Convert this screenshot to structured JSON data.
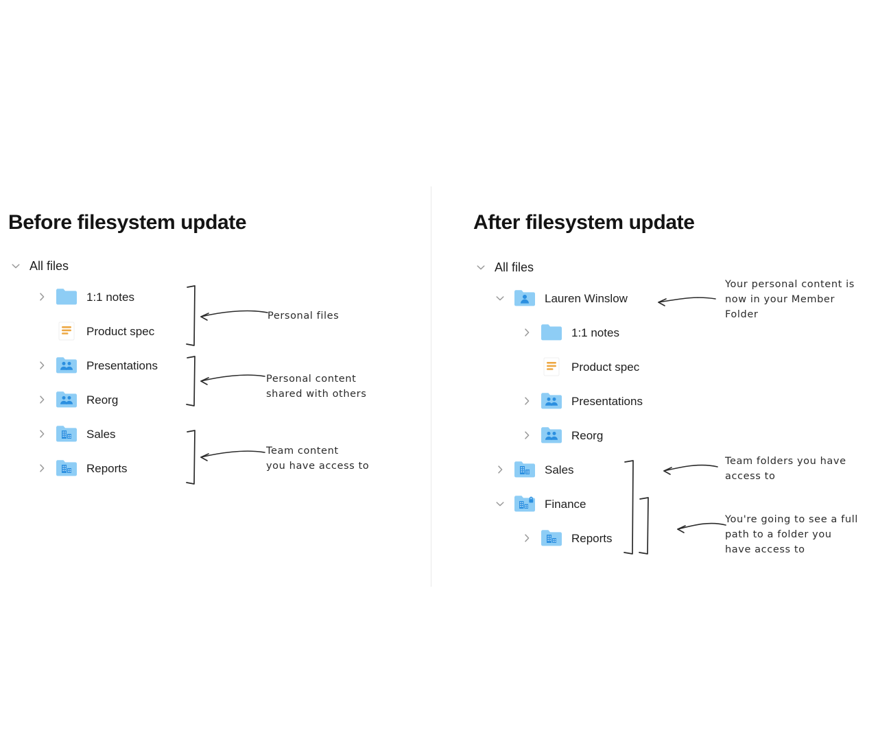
{
  "before": {
    "title": "Before filesystem update",
    "root": {
      "label": "All files",
      "expanded": true,
      "chevron": "chevron-down-icon"
    },
    "items": [
      {
        "label": "1:1 notes",
        "icon": "folder-plain-icon",
        "chevron": "chevron-right-icon",
        "depth": 1
      },
      {
        "label": "Product spec",
        "icon": "document-icon",
        "chevron": "none",
        "depth": 1
      },
      {
        "label": "Presentations",
        "icon": "folder-shared-icon",
        "chevron": "chevron-right-icon",
        "depth": 1
      },
      {
        "label": "Reorg",
        "icon": "folder-shared-icon",
        "chevron": "chevron-right-icon",
        "depth": 1
      },
      {
        "label": "Sales",
        "icon": "folder-team-icon",
        "chevron": "chevron-right-icon",
        "depth": 1
      },
      {
        "label": "Reports",
        "icon": "folder-team-icon",
        "chevron": "chevron-right-icon",
        "depth": 1
      }
    ],
    "annotations": [
      {
        "name": "annotation-personal-files",
        "text": "Personal files"
      },
      {
        "name": "annotation-personal-content-shared",
        "text": "Personal content\nshared with others"
      },
      {
        "name": "annotation-team-content",
        "text": "Team content\nyou have access to"
      }
    ]
  },
  "after": {
    "title": "After filesystem update",
    "root": {
      "label": "All files",
      "expanded": true,
      "chevron": "chevron-down-icon"
    },
    "items": [
      {
        "label": "Lauren Winslow",
        "icon": "folder-member-icon",
        "chevron": "chevron-down-icon",
        "depth": 1
      },
      {
        "label": "1:1 notes",
        "icon": "folder-plain-icon",
        "chevron": "chevron-right-icon",
        "depth": 2
      },
      {
        "label": "Product spec",
        "icon": "document-icon",
        "chevron": "none",
        "depth": 2
      },
      {
        "label": "Presentations",
        "icon": "folder-shared-icon",
        "chevron": "chevron-right-icon",
        "depth": 2
      },
      {
        "label": "Reorg",
        "icon": "folder-shared-icon",
        "chevron": "chevron-right-icon",
        "depth": 2
      },
      {
        "label": "Sales",
        "icon": "folder-team-icon",
        "chevron": "chevron-right-icon",
        "depth": 1
      },
      {
        "label": "Finance",
        "icon": "folder-team-locked-icon",
        "chevron": "chevron-down-icon",
        "depth": 1
      },
      {
        "label": "Reports",
        "icon": "folder-team-icon",
        "chevron": "chevron-right-icon",
        "depth": 2
      }
    ],
    "annotations": [
      {
        "name": "annotation-member-folder",
        "text": "Your personal content is\nnow in your Member\nFolder"
      },
      {
        "name": "annotation-team-folders",
        "text": "Team folders you have\naccess to"
      },
      {
        "name": "annotation-full-path",
        "text": "You're going to see a full\npath to a folder you\nhave access to"
      }
    ]
  },
  "colors": {
    "folder_blue": "#8ecdf5",
    "folder_glyph_blue": "#2b8fe0",
    "doc_orange": "#eda843",
    "chevron_gray": "#9a9a9a",
    "divider_gray": "#e8e8e8",
    "title_black": "#141414",
    "label_black": "#1d1d1d",
    "ink_black": "#2a2a2a"
  }
}
